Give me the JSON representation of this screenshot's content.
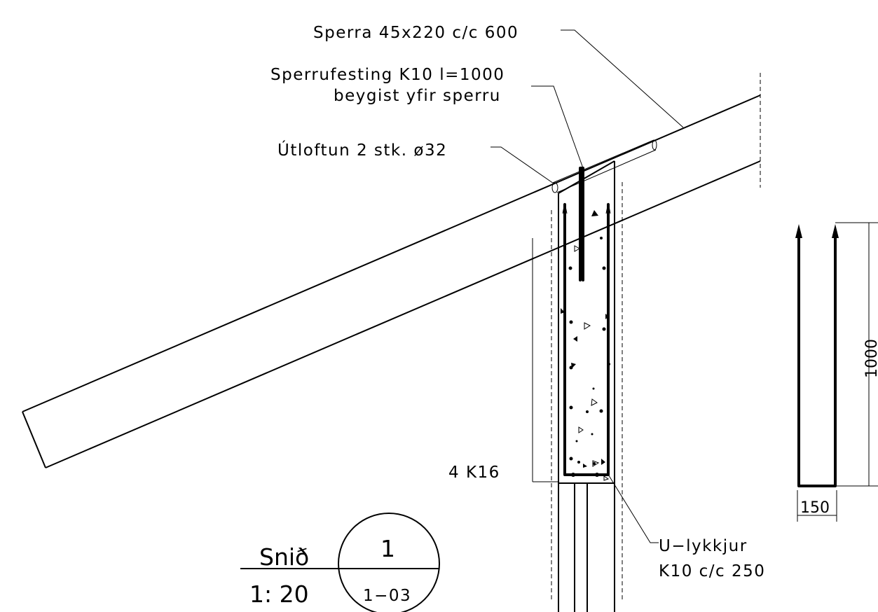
{
  "labels": {
    "rafter": "Sperra 45x220 c/c 600",
    "fastener_line1": "Sperrufesting K10 l=1000",
    "fastener_line2": "beygist yfir sperru",
    "ventilation": "Útloftun 2 stk. ø32",
    "bottom_bars": "4 K16",
    "u_loops_line1": "U−lykkjur",
    "u_loops_line2": "K10 c/c 250"
  },
  "title_block": {
    "section_label": "Snið",
    "scale": "1: 20",
    "detail_number": "1",
    "sheet_ref": "1−03"
  },
  "dimensions": {
    "u_loop_height": "1000",
    "u_loop_width": "150"
  }
}
